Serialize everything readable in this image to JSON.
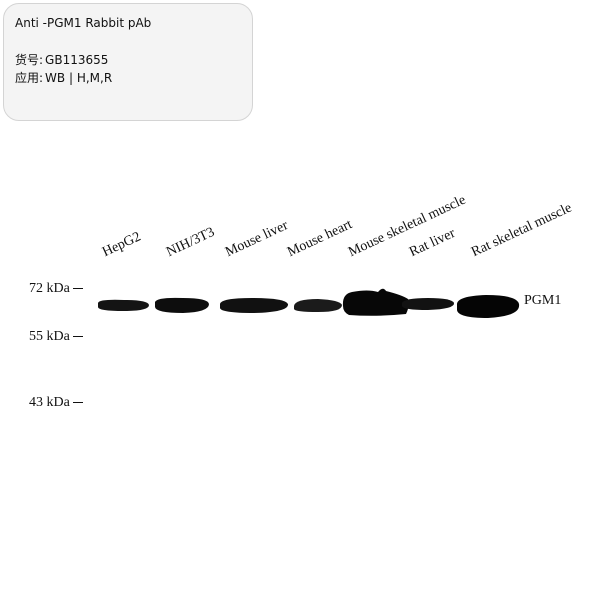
{
  "info": {
    "title": "Anti -PGM1 Rabbit pAb",
    "catalog_label": "货号:",
    "catalog_value": "GB113655",
    "application_label": "应用:",
    "application_value": "WB | H,M,R"
  },
  "lanes": [
    "HepG2",
    "NIH/3T3",
    "Mouse liver",
    "Mouse heart",
    "Mouse skeletal muscle",
    "Rat liver",
    "Rat skeletal muscle"
  ],
  "markers": [
    "72 kDa",
    "55 kDa",
    "43 kDa"
  ],
  "band_label": "PGM1"
}
